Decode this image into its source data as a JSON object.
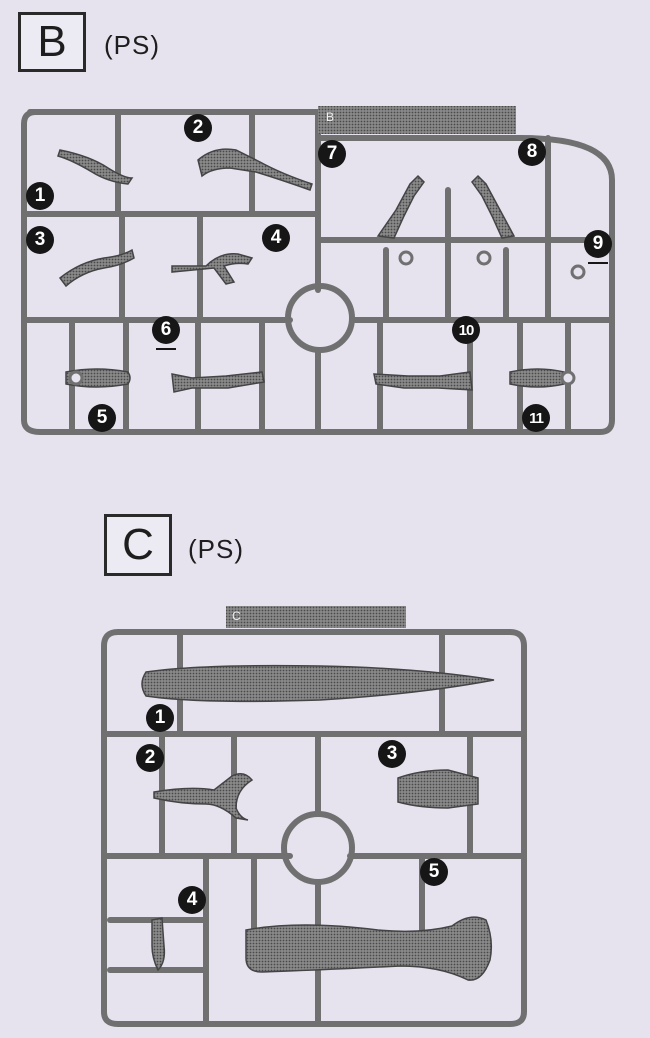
{
  "sheet_b": {
    "letter": "B",
    "material": "(PS)",
    "tab_text": "B",
    "parts": [
      "1",
      "2",
      "3",
      "4",
      "5",
      "6",
      "7",
      "8",
      "9",
      "10",
      "11"
    ]
  },
  "sheet_c": {
    "letter": "C",
    "material": "(PS)",
    "tab_text": "C",
    "parts": [
      "1",
      "2",
      "3",
      "4",
      "5"
    ]
  },
  "colors": {
    "paper": "#e6e3ef",
    "sprue": "#707070",
    "part_fill": "#5a5a5a",
    "badge": "#161616"
  }
}
